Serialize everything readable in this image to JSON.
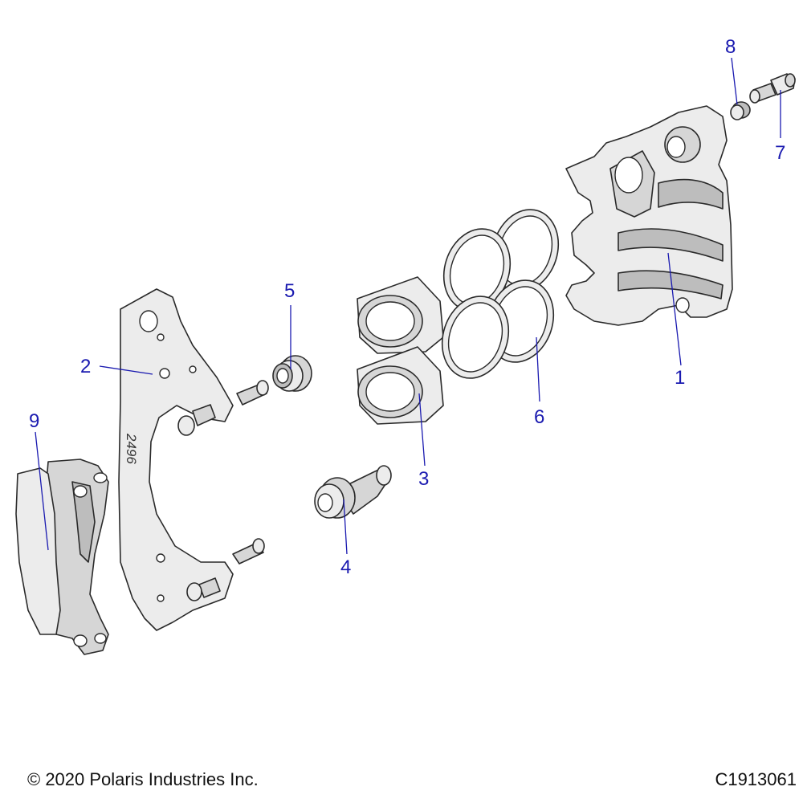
{
  "diagram": {
    "callouts": [
      {
        "id": "1",
        "label": "1"
      },
      {
        "id": "2",
        "label": "2"
      },
      {
        "id": "3",
        "label": "3"
      },
      {
        "id": "4",
        "label": "4"
      },
      {
        "id": "5",
        "label": "5"
      },
      {
        "id": "6",
        "label": "6"
      },
      {
        "id": "7",
        "label": "7"
      },
      {
        "id": "8",
        "label": "8"
      },
      {
        "id": "9",
        "label": "9"
      }
    ],
    "bracket_stamp": "2496"
  },
  "footer": {
    "copyright": "© 2020 Polaris Industries Inc.",
    "drawing_id": "C1913061"
  },
  "colors": {
    "callout": "#1a1ab0",
    "outline": "#2a2a2a",
    "part_fill": "#ececec"
  }
}
